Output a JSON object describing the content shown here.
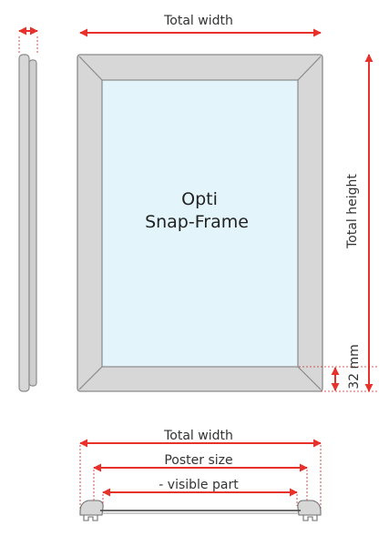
{
  "labels": {
    "top_total_width": "Total width",
    "total_height": "Total height",
    "depth": "32 mm",
    "frame_title_line1": "Opti",
    "frame_title_line2": "Snap-Frame",
    "bottom_total_width": "Total width",
    "poster_size": "Poster size",
    "visible_part": "- visible part"
  },
  "colors": {
    "arrow": "#e8312a",
    "frame_fill": "#d7d7d7",
    "frame_stroke": "#8a8a8a",
    "poster_fill": "#e3f5fb",
    "guide": "#c62828"
  }
}
